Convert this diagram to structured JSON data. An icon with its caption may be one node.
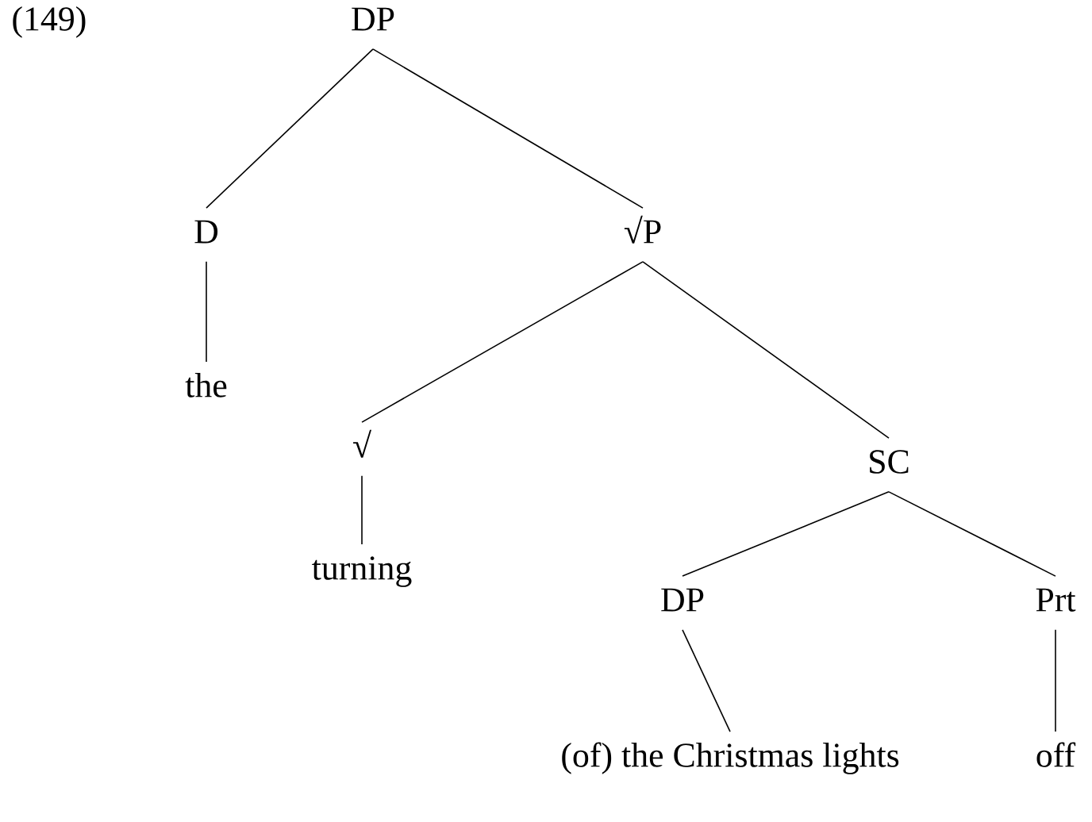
{
  "diagram": {
    "nodes": [
      {
        "text": [
          "DP"
        ]
      },
      {
        "text": [
          "D"
        ]
      },
      {
        "text": [
          "√P"
        ]
      },
      {
        "text": [
          "the"
        ]
      },
      {
        "text": [
          "√"
        ]
      },
      {
        "text": [
          "SC"
        ]
      },
      {
        "text": [
          "turning"
        ]
      },
      {
        "text": [
          "DP"
        ]
      },
      {
        "text": [
          "Prt"
        ]
      },
      {
        "text": [
          "(of) the Christmas lights"
        ]
      },
      {
        "text": [
          "off"
        ]
      }
    ],
    "edges": [
      {
        "from": 0,
        "to": 1,
        "arrow": "none"
      },
      {
        "from": 0,
        "to": 2,
        "arrow": "none"
      },
      {
        "from": 1,
        "to": 3,
        "arrow": "none"
      },
      {
        "from": 2,
        "to": 4,
        "arrow": "none"
      },
      {
        "from": 2,
        "to": 5,
        "arrow": "none"
      },
      {
        "from": 4,
        "to": 6,
        "arrow": "none"
      },
      {
        "from": 5,
        "to": 7,
        "arrow": "none"
      },
      {
        "from": 5,
        "to": 8,
        "arrow": "none"
      },
      {
        "from": 7,
        "to": 9,
        "arrow": "none"
      },
      {
        "from": 8,
        "to": 10,
        "arrow": "none"
      }
    ],
    "labels": [
      "(149)"
    ]
  }
}
